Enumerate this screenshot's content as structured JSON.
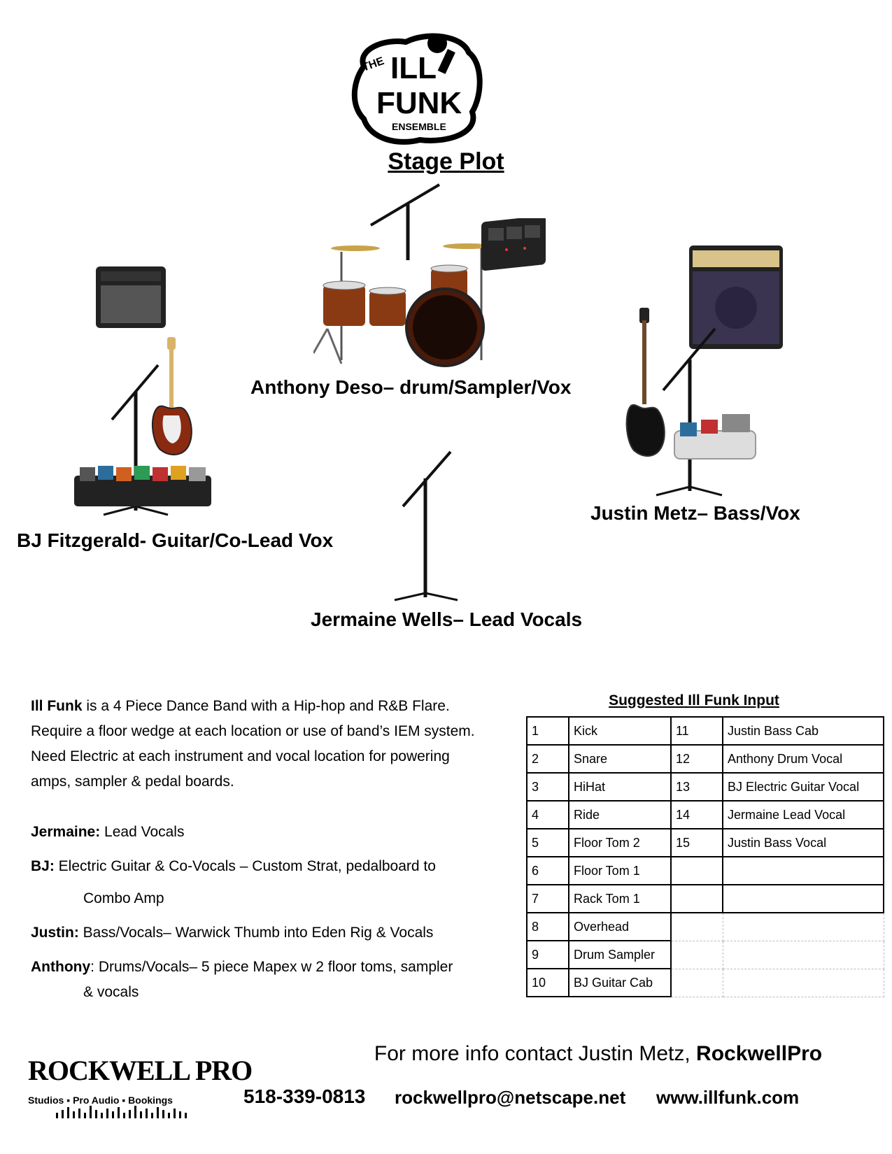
{
  "logo": {
    "the": "THE",
    "ill": "ILL",
    "funk": "FUNK",
    "ensemble": "ENSEMBLE"
  },
  "title": "Stage Plot",
  "positions": {
    "drums": "Anthony Deso– drum/Sampler/Vox",
    "guitar": "BJ Fitzgerald- Guitar/Co-Lead Vox",
    "bass": "Justin Metz– Bass/Vox",
    "vocal": "Jermaine Wells– Lead Vocals"
  },
  "description": {
    "band_name": "Ill Funk",
    "line1": " is a 4 Piece Dance Band with a Hip-hop and R&B Flare.",
    "line2": "Require a floor wedge at each location or use of band’s IEM system.",
    "line3": "Need Electric at each instrument and vocal location for powering",
    "line4": "amps, sampler & pedal boards."
  },
  "members": [
    {
      "name": "Jermaine:",
      "line1": " Lead Vocals",
      "line2": ""
    },
    {
      "name": "BJ:",
      "line1": " Electric Guitar & Co-Vocals – Custom Strat, pedalboard to",
      "line2": "Combo Amp"
    },
    {
      "name": "Justin:",
      "line1": " Bass/Vocals– Warwick Thumb into Eden Rig & Vocals",
      "line2": ""
    },
    {
      "name": "Anthony",
      "line1": ": Drums/Vocals– 5 piece Mapex w 2 floor toms, sampler",
      "line2": "& vocals"
    }
  ],
  "input_list": {
    "title": "Suggested Ill Funk Input",
    "left": [
      {
        "num": "1",
        "name": "Kick"
      },
      {
        "num": "2",
        "name": "Snare"
      },
      {
        "num": "3",
        "name": "HiHat"
      },
      {
        "num": "4",
        "name": "Ride"
      },
      {
        "num": "5",
        "name": "Floor Tom 2"
      },
      {
        "num": "6",
        "name": "Floor Tom 1"
      },
      {
        "num": "7",
        "name": "Rack Tom 1"
      },
      {
        "num": "8",
        "name": "Overhead"
      },
      {
        "num": "9",
        "name": "Drum Sampler"
      },
      {
        "num": "10",
        "name": "BJ Guitar Cab"
      }
    ],
    "right": [
      {
        "num": "11",
        "name": "Justin Bass Cab"
      },
      {
        "num": "12",
        "name": "Anthony Drum Vocal"
      },
      {
        "num": "13",
        "name": "BJ Electric Guitar Vocal"
      },
      {
        "num": "14",
        "name": "Jermaine Lead Vocal"
      },
      {
        "num": "15",
        "name": "Justin Bass Vocal"
      },
      {
        "num": "",
        "name": ""
      },
      {
        "num": "",
        "name": ""
      },
      {
        "num": "",
        "name": ""
      },
      {
        "num": "",
        "name": ""
      },
      {
        "num": "",
        "name": ""
      }
    ]
  },
  "footer": {
    "logo_main": "ROCKWELL PRO",
    "logo_tag": "Studios ▪ Pro Audio ▪ Bookings",
    "contact_prefix": "For more info contact Justin Metz, ",
    "contact_company": "RockwellPro",
    "phone": "518-339-0813",
    "email": "rockwellpro@netscape.net",
    "website": "www.illfunk.com"
  },
  "icons": [
    "mic-stand-icon",
    "guitar-amp-icon",
    "electric-guitar-icon",
    "pedalboard-icon",
    "drum-kit-icon",
    "sampler-pad-icon",
    "bass-amp-icon",
    "bass-guitar-icon"
  ]
}
